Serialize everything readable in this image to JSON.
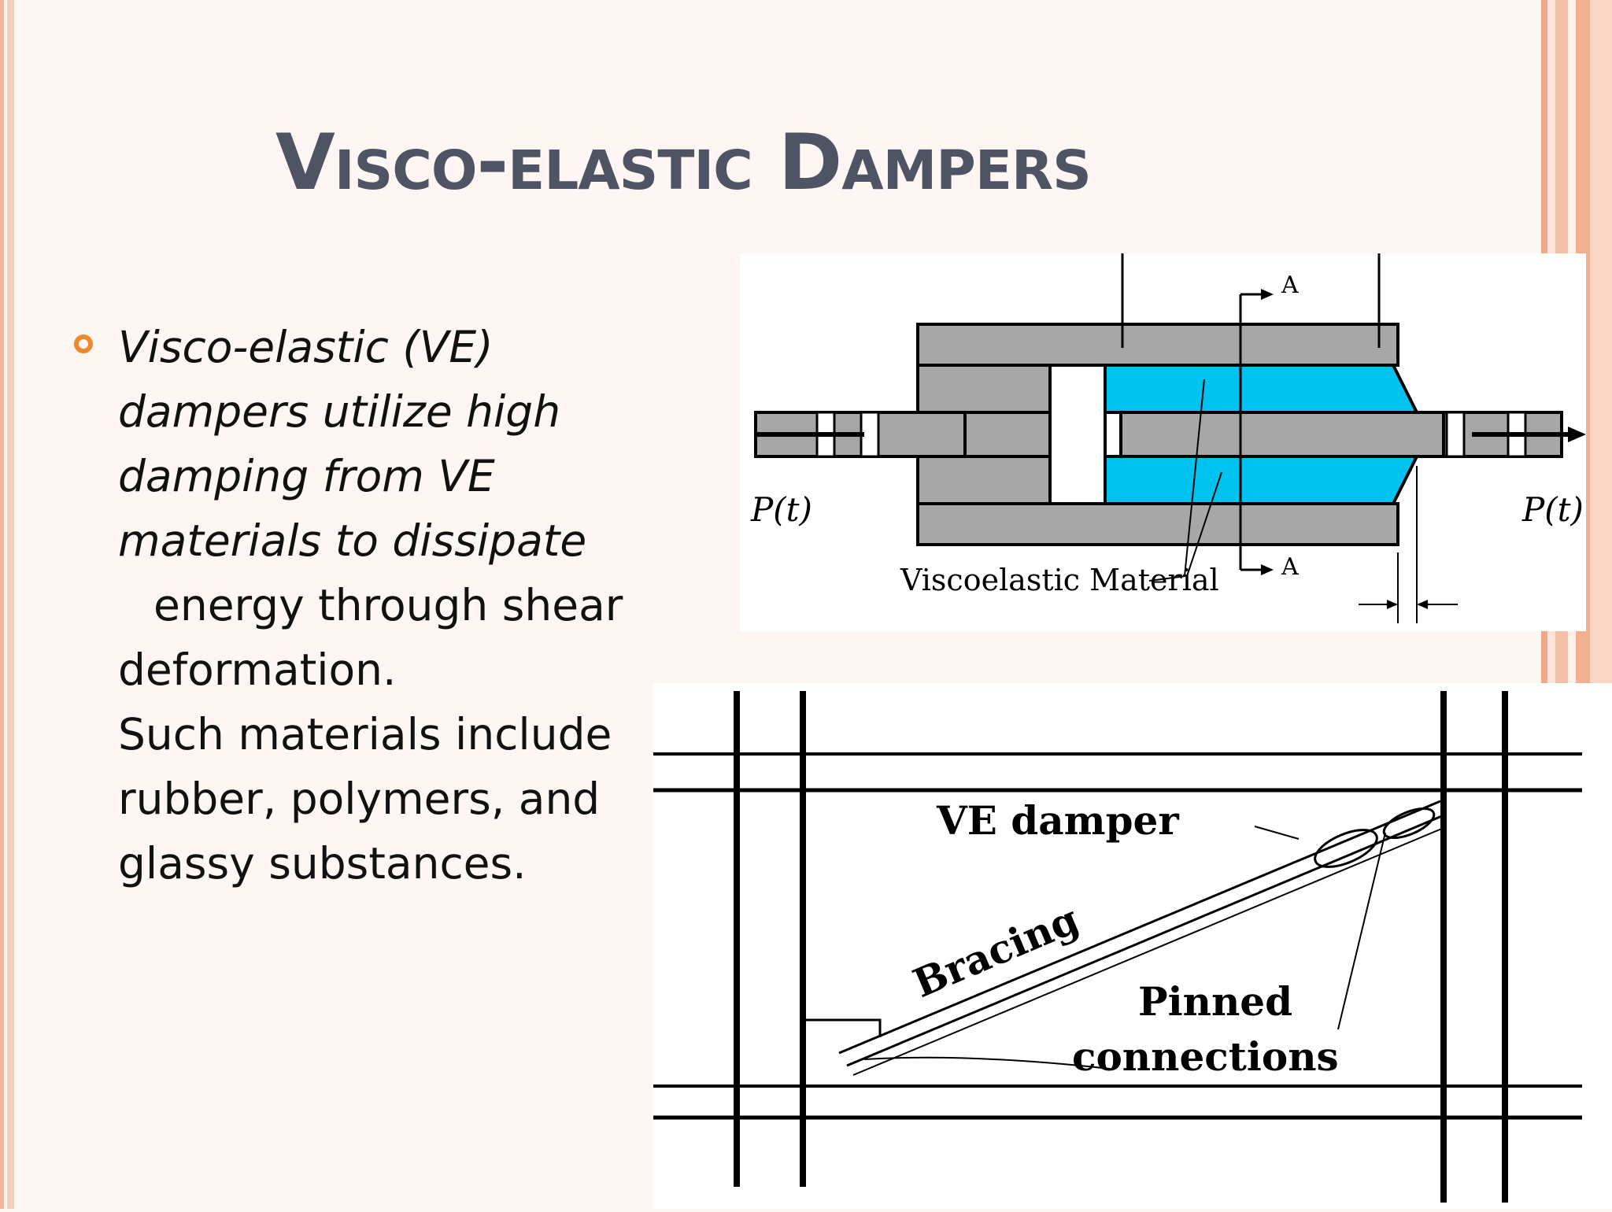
{
  "slide": {
    "title": "Visco-elastic Dampers",
    "bullet": {
      "italic_lines": [
        "Visco-elastic (VE)",
        "dampers utilize high",
        "damping from VE",
        "materials to dissipate"
      ],
      "indent_line": "energy through shear",
      "lines": [
        "deformation.",
        "Such materials include",
        "rubber, polymers, and",
        "glassy substances."
      ]
    }
  },
  "figure_top": {
    "label_left_force": "P(t)",
    "label_right_force": "P(t)",
    "label_material": "Viscoelastic Material",
    "section_top": "A",
    "section_bottom": "A",
    "colors": {
      "material": "#00c2f0",
      "steel": "#a7a7a7"
    }
  },
  "figure_bottom": {
    "label_damper": "VE damper",
    "label_bracing": "Bracing",
    "label_pinned_1": "Pinned",
    "label_pinned_2": "connections"
  }
}
